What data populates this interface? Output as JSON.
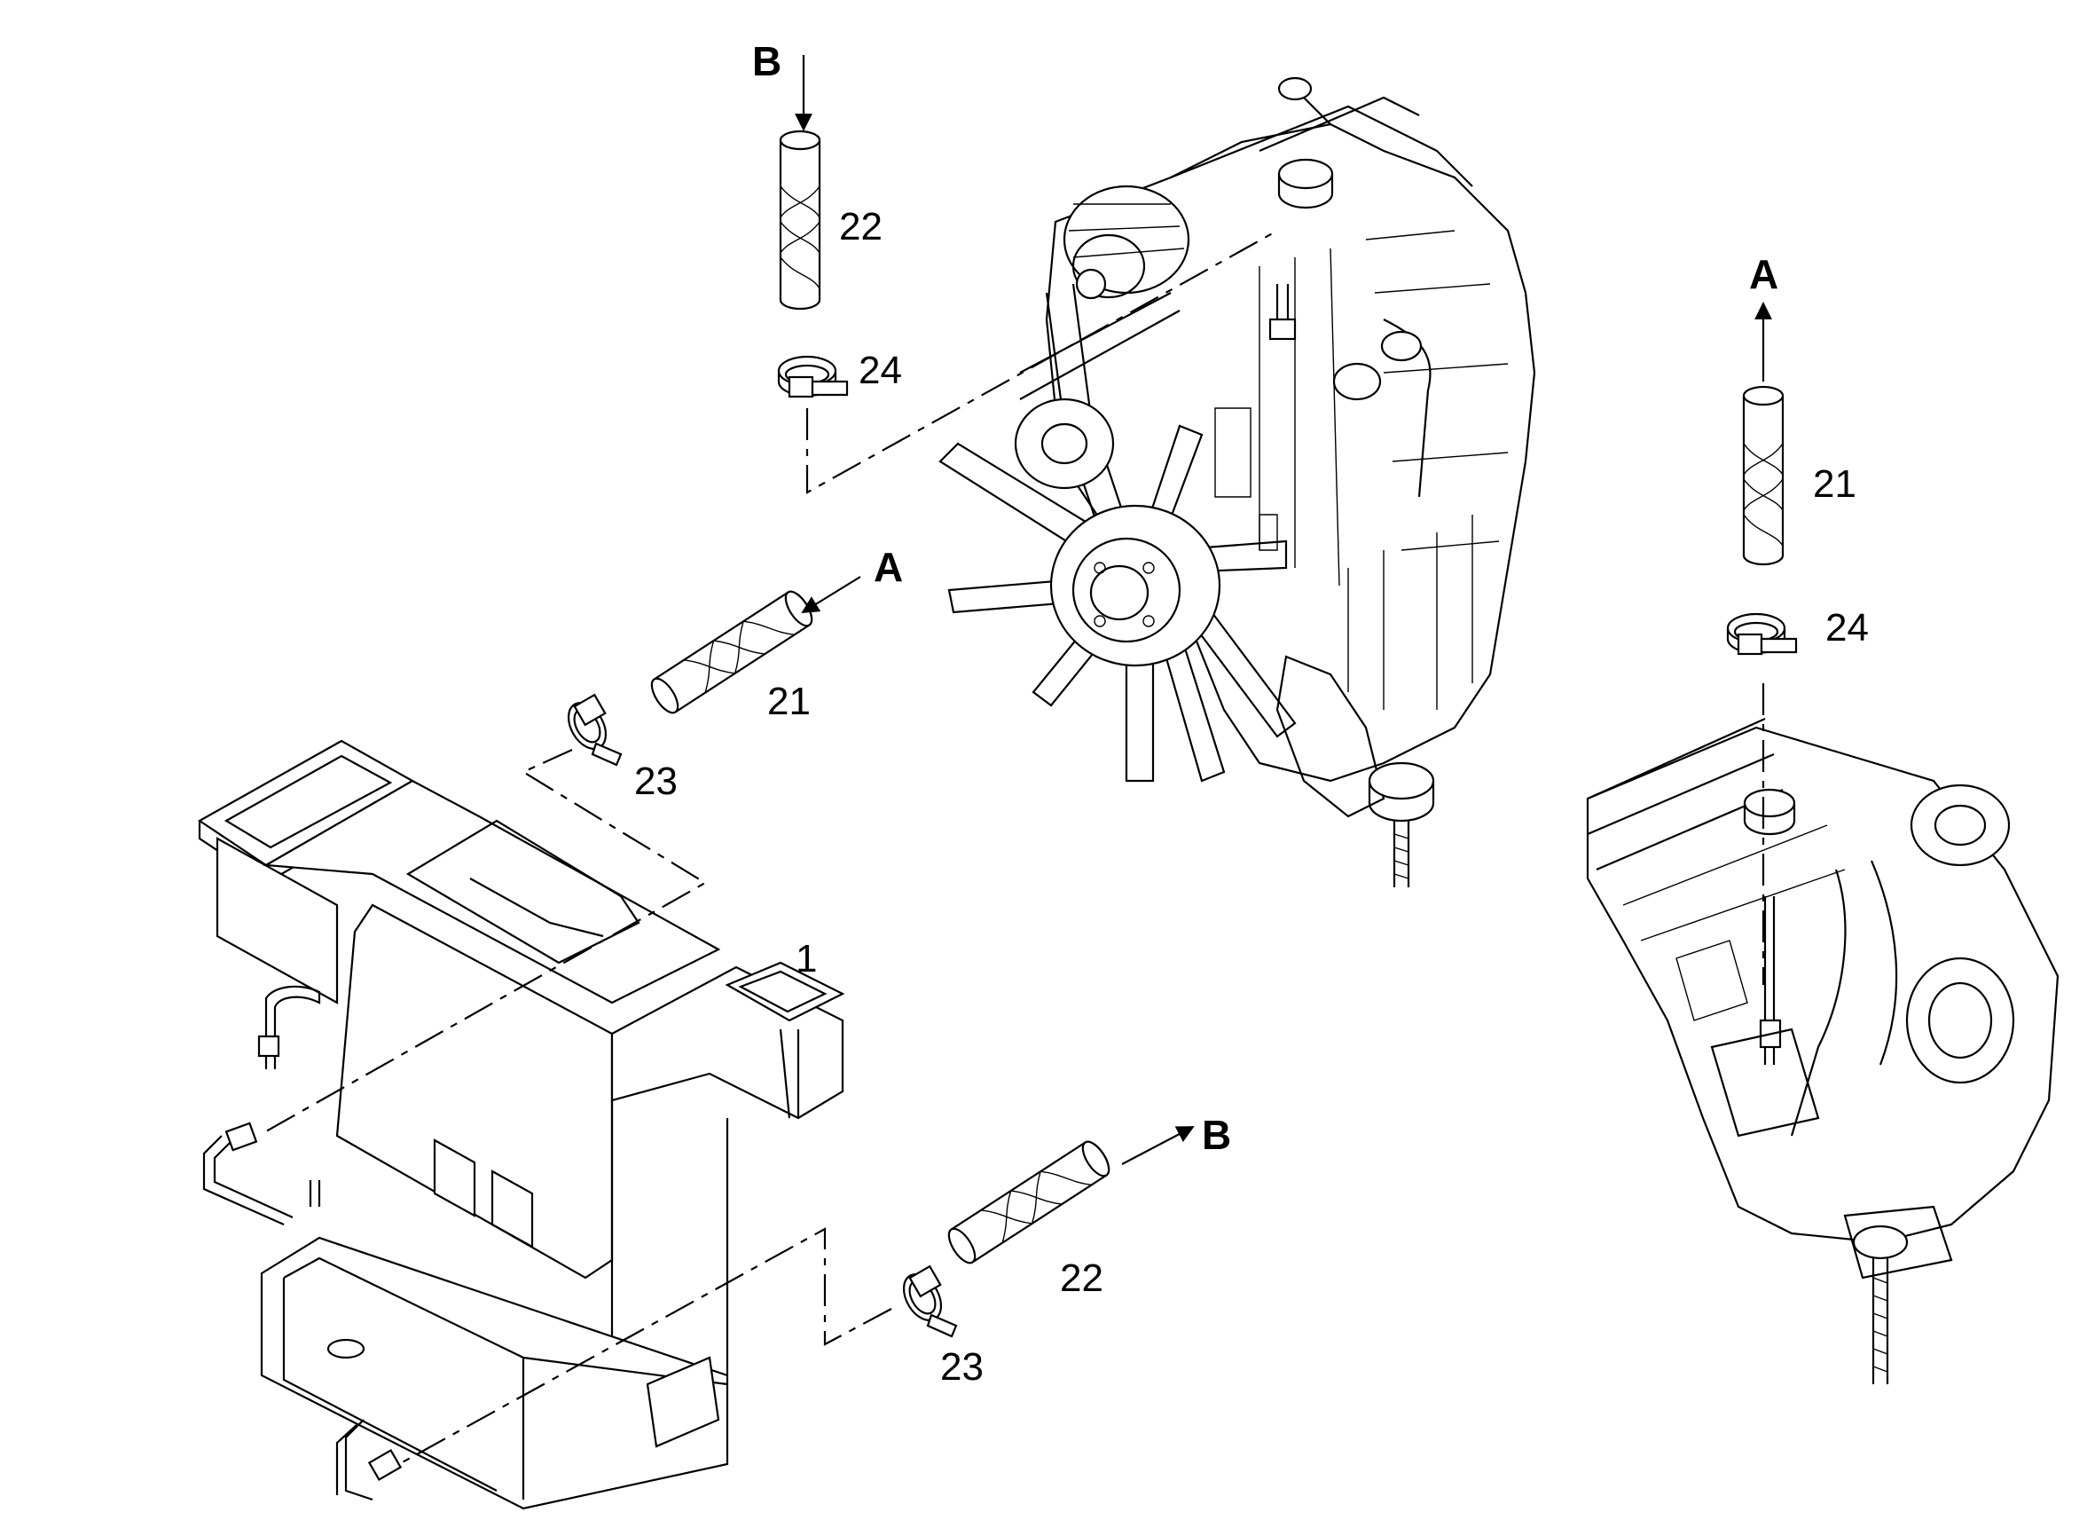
{
  "callouts": {
    "c1": "1",
    "c21_left": "21",
    "c21_right": "21",
    "c22_top": "22",
    "c22_bottom": "22",
    "c23_upper": "23",
    "c23_lower": "23",
    "c24_left": "24",
    "c24_right": "24"
  },
  "flow_letters": {
    "b_top": "B",
    "a_right": "A",
    "a_mid": "A",
    "b_bottom": "B"
  }
}
